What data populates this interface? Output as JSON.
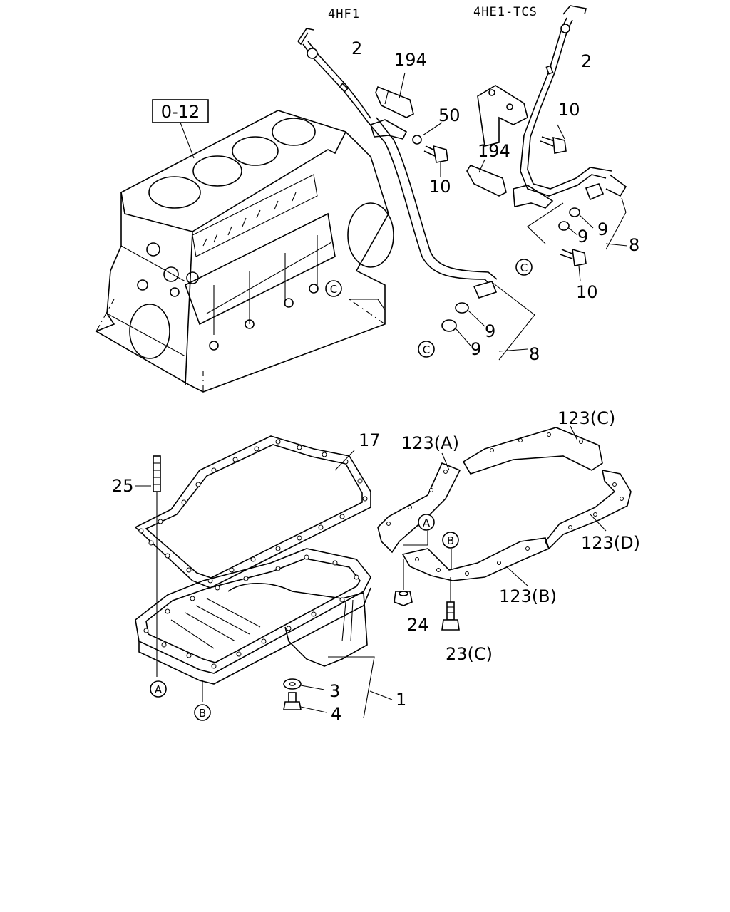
{
  "headers": {
    "variant_left": "4HF1",
    "variant_right": "4HE1-TCS"
  },
  "reference_box": "0-12",
  "callouts": {
    "dipstick_left": "2",
    "dipstick_right": "2",
    "pin_left": "194",
    "pin_right": "194",
    "clip": "50",
    "bolt_left": "10",
    "bolt_right_upper": "10",
    "bolt_right_lower": "10",
    "washer_left_a": "9",
    "washer_left_b": "9",
    "washer_right_a": "9",
    "washer_right_b": "9",
    "tube_left": "8",
    "tube_right": "8",
    "gasket_pan": "17",
    "stud": "25",
    "oil_pan": "1",
    "drain_washer": "3",
    "drain_plug": "4",
    "gasket_a": "123(A)",
    "gasket_b": "123(B)",
    "gasket_c": "123(C)",
    "gasket_d": "123(D)",
    "nut": "24",
    "bolt_pan": "23(C)"
  },
  "markers": {
    "c_block": "C",
    "c_left": "C",
    "c_right": "C",
    "a_pan": "A",
    "b_pan": "B",
    "a_gasket": "A",
    "b_gasket": "B"
  }
}
